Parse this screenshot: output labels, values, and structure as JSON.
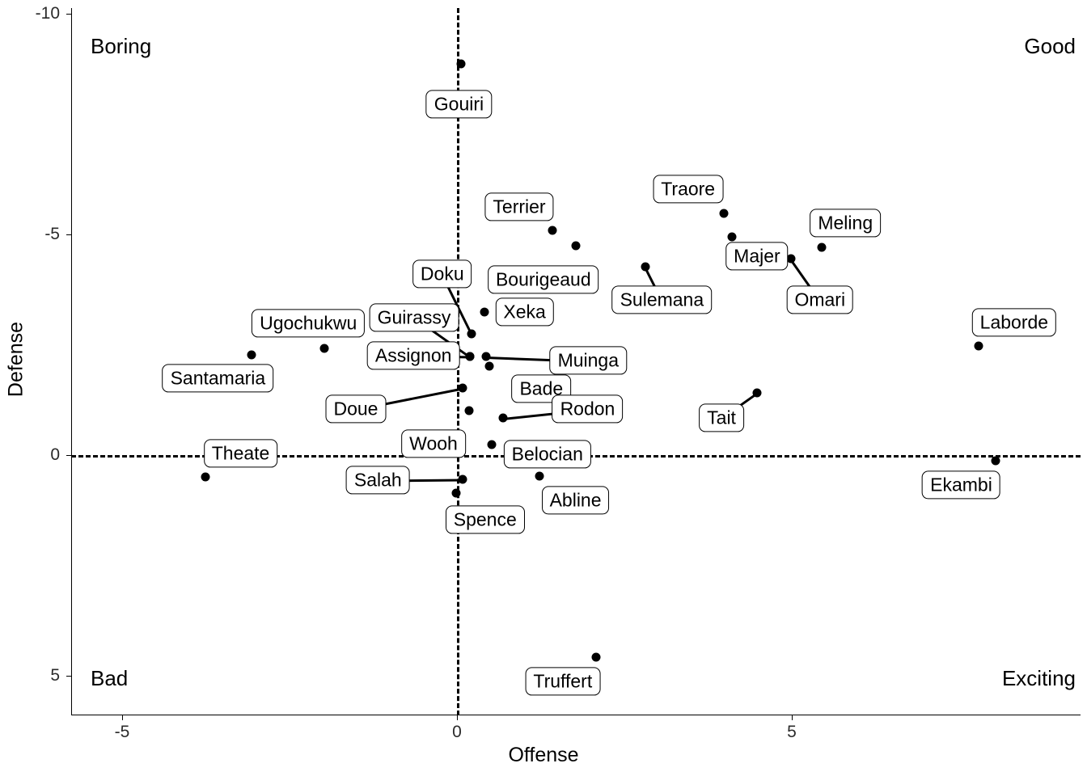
{
  "chart_data": {
    "type": "scatter",
    "title": "",
    "xlabel": "Offense",
    "ylabel": "Defense",
    "xlim": [
      -6.1,
      9.3
    ],
    "ylim": [
      5.9,
      -10.4
    ],
    "y_axis_inverted": true,
    "grid": false,
    "legend": "none",
    "xticks": [
      -5,
      0,
      5
    ],
    "xticklabels": [
      "-5",
      "0",
      "5"
    ],
    "yticks": [
      -10,
      -5,
      0,
      5
    ],
    "yticklabels": [
      "-10",
      "-5",
      "0",
      "5"
    ],
    "reference_lines": [
      {
        "axis": "x",
        "value": 0,
        "style": "dashed"
      },
      {
        "axis": "y",
        "value": 0,
        "style": "dashed"
      }
    ],
    "quadrant_annotations": [
      {
        "text": "Boring",
        "corner": "top-left"
      },
      {
        "text": "Good",
        "corner": "top-right"
      },
      {
        "text": "Bad",
        "corner": "bottom-left"
      },
      {
        "text": "Exciting",
        "corner": "bottom-right"
      }
    ],
    "points": [
      {
        "label": "Gouiri",
        "x": 0.06,
        "y": -8.86,
        "lx": 0.03,
        "ly": -7.95,
        "leader": false
      },
      {
        "label": "Terrier",
        "x": 1.42,
        "y": -5.09,
        "lx": 0.93,
        "ly": -5.62,
        "leader": false
      },
      {
        "label": "Bourigeaud",
        "x": 1.78,
        "y": -4.74,
        "lx": 1.29,
        "ly": -3.98,
        "leader": false
      },
      {
        "label": "Traore",
        "x": 3.99,
        "y": -5.48,
        "lx": 3.45,
        "ly": -6.02,
        "leader": false
      },
      {
        "label": "Meling",
        "x": 5.45,
        "y": -4.71,
        "lx": 5.8,
        "ly": -5.25,
        "leader": false
      },
      {
        "label": "Majer",
        "x": 4.11,
        "y": -4.95,
        "lx": 4.48,
        "ly": -4.51,
        "leader": false
      },
      {
        "label": "Omari",
        "x": 4.99,
        "y": -4.45,
        "lx": 5.42,
        "ly": -3.52,
        "leader": true
      },
      {
        "label": "Sulemana",
        "x": 2.81,
        "y": -4.27,
        "lx": 3.06,
        "ly": -3.52,
        "leader": true
      },
      {
        "label": "Doku",
        "x": 0.22,
        "y": -2.75,
        "lx": -0.22,
        "ly": -4.1,
        "leader": true
      },
      {
        "label": "Guirassy",
        "x": 0.19,
        "y": -2.23,
        "lx": -0.64,
        "ly": -3.12,
        "leader": true
      },
      {
        "label": "Xeka",
        "x": 0.41,
        "y": -3.24,
        "lx": 1.01,
        "ly": -3.24,
        "leader": false
      },
      {
        "label": "Ugochukwu",
        "x": -1.98,
        "y": -2.42,
        "lx": -2.22,
        "ly": -2.98,
        "leader": false
      },
      {
        "label": "Santamaria",
        "x": -3.07,
        "y": -2.27,
        "lx": -3.57,
        "ly": -1.74,
        "leader": false
      },
      {
        "label": "Assignon",
        "x": 0.19,
        "y": -2.23,
        "lx": -0.65,
        "ly": -2.26,
        "leader": true
      },
      {
        "label": "Muinga",
        "x": 0.43,
        "y": -2.23,
        "lx": 1.96,
        "ly": -2.14,
        "leader": true
      },
      {
        "label": "Bade",
        "x": 0.48,
        "y": -2.01,
        "lx": 1.26,
        "ly": -1.51,
        "leader": false
      },
      {
        "label": "Doue",
        "x": 0.09,
        "y": -1.52,
        "lx": -1.51,
        "ly": -1.04,
        "leader": true
      },
      {
        "label": "Rodon",
        "x": 0.69,
        "y": -0.84,
        "lx": 1.95,
        "ly": -1.04,
        "leader": true
      },
      {
        "label": "Wooh",
        "x": 0.18,
        "y": -1.01,
        "lx": -0.35,
        "ly": -0.26,
        "leader": false
      },
      {
        "label": "Belocian",
        "x": 0.52,
        "y": -0.24,
        "lx": 1.35,
        "ly": -0.02,
        "leader": false
      },
      {
        "label": "Theate",
        "x": -3.76,
        "y": 0.49,
        "lx": -3.23,
        "ly": -0.04,
        "leader": false
      },
      {
        "label": "Salah",
        "x": 0.09,
        "y": 0.55,
        "lx": -1.18,
        "ly": 0.57,
        "leader": true
      },
      {
        "label": "Spence",
        "x": -0.01,
        "y": 0.86,
        "lx": 0.42,
        "ly": 1.47,
        "leader": false
      },
      {
        "label": "Abline",
        "x": 1.23,
        "y": 0.48,
        "lx": 1.77,
        "ly": 1.02,
        "leader": false
      },
      {
        "label": "Tait",
        "x": 4.48,
        "y": -1.41,
        "lx": 3.95,
        "ly": -0.84,
        "leader": true
      },
      {
        "label": "Laborde",
        "x": 7.79,
        "y": -2.47,
        "lx": 8.32,
        "ly": -3.01,
        "leader": false
      },
      {
        "label": "Ekambi",
        "x": 8.04,
        "y": 0.13,
        "lx": 7.53,
        "ly": 0.67,
        "leader": false
      },
      {
        "label": "Truffert",
        "x": 2.08,
        "y": 4.58,
        "lx": 1.58,
        "ly": 5.13,
        "leader": false
      }
    ]
  }
}
